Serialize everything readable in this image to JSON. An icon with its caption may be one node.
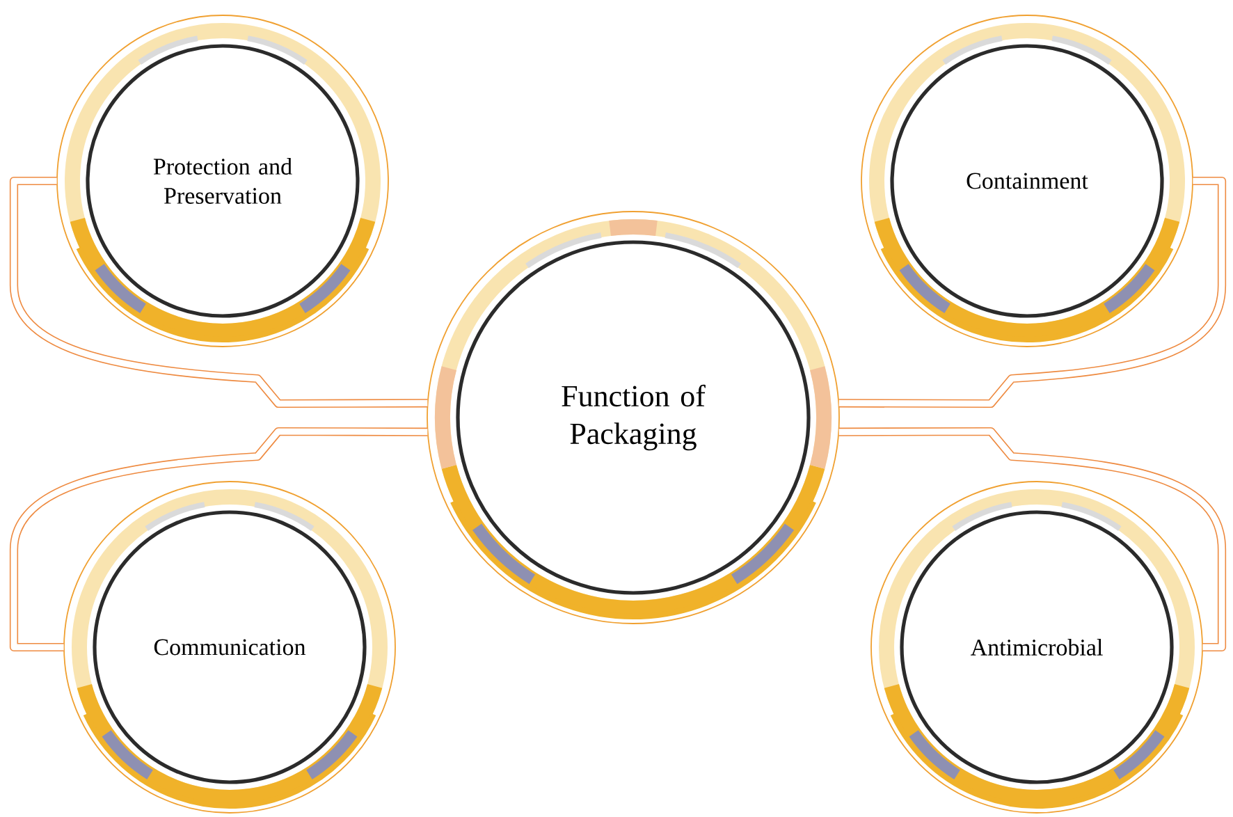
{
  "diagram": {
    "nodes": [
      {
        "text": [
          "Protection and Preservation"
        ]
      },
      {
        "text": [
          "Containment"
        ]
      },
      {
        "text": [
          "Function of Packaging"
        ]
      },
      {
        "text": [
          "Communication"
        ]
      },
      {
        "text": [
          "Antimicrobial"
        ]
      }
    ],
    "edges": [
      {
        "from": 2,
        "to": 0,
        "arrow": "none"
      },
      {
        "from": 2,
        "to": 1,
        "arrow": "none"
      },
      {
        "from": 2,
        "to": 3,
        "arrow": "none"
      },
      {
        "from": 2,
        "to": 4,
        "arrow": "none"
      }
    ]
  }
}
